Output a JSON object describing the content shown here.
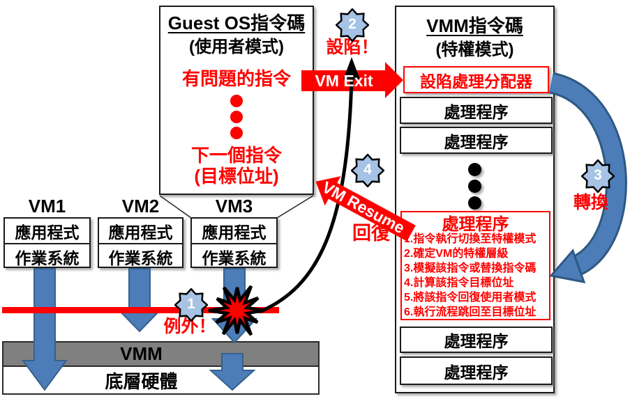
{
  "guest_box": {
    "title": "Guest OS指令碼",
    "subtitle": "(使用者模式)",
    "problem_instruction": "有問題的指令",
    "next_instruction": "下一個指令",
    "next_instruction_note": "(目標位址)"
  },
  "vmm_box": {
    "title": "VMM指令碼",
    "subtitle": "(特權模式)",
    "dispatcher": "設陷處理分配器",
    "handlers": [
      "處理程序",
      "處理程序",
      "處理程序",
      "處理程序"
    ],
    "handler_detail": {
      "title": "處理程序",
      "steps": [
        "1.指令執行切換至特權模式",
        "2.確定VM的特權層級",
        "3.模擬該指令或替換指令碼",
        "4.計算該指令目標位址",
        "5.將該指令回復使用者模式",
        "6.執行流程跳回至目標位址"
      ]
    }
  },
  "vms": [
    {
      "label": "VM1",
      "rows": [
        "應用程式",
        "作業系統"
      ]
    },
    {
      "label": "VM2",
      "rows": [
        "應用程式",
        "作業系統"
      ]
    },
    {
      "label": "VM3",
      "rows": [
        "應用程式",
        "作業系統"
      ]
    }
  ],
  "vmm_bar": "VMM",
  "hardware_bar": "底層硬體",
  "flow_arrows": {
    "vm_exit": "VM Exit",
    "vm_resume": "VM Resume"
  },
  "badges": [
    {
      "n": "1",
      "label": "例外！"
    },
    {
      "n": "2",
      "label": "設陷！"
    },
    {
      "n": "3",
      "label": "轉換"
    },
    {
      "n": "4",
      "label": "回復"
    }
  ],
  "colors": {
    "accent_red": "#FF0000",
    "arrow_blue": "#4C7DB8",
    "arrow_blue_dark": "#2E5882",
    "badge_blue": "#A6C2E5",
    "vmm_gray": "#808080"
  }
}
